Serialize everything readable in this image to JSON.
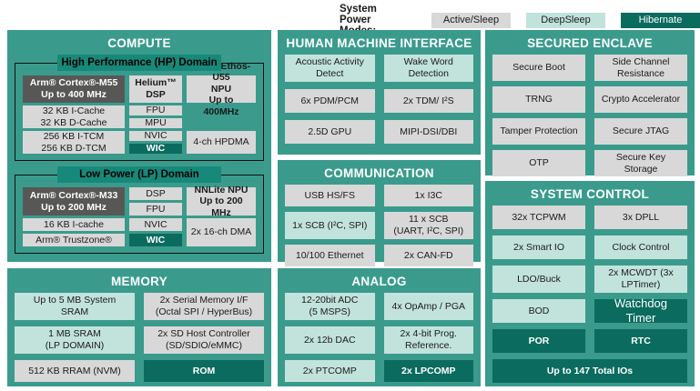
{
  "legend": {
    "label": "System Power Modes:",
    "items": [
      {
        "label": "Active/Sleep",
        "tone": "gray"
      },
      {
        "label": "DeepSleep",
        "tone": "teal-light"
      },
      {
        "label": "Hibernate",
        "tone": "teal-dark"
      }
    ]
  },
  "colors": {
    "block_teal": "#3a9b8c",
    "domain_header_teal": "#17897a",
    "hibernate_dark_teal": "#0b6b5f",
    "deepsleep_light_teal": "#c2e3dc",
    "active_sleep_gray": "#d8d8d8",
    "cpu_dark_gray": "#575756"
  },
  "blocks": {
    "compute": {
      "title": "COMPUTE",
      "hp_title": "High Performance (HP) Domain",
      "lp_title": "Low Power (LP) Domain",
      "hp_cells": [
        {
          "label": "Arm® Cortex®-M55\nUp to 400 MHz",
          "tone": "gray-dark",
          "bold": true,
          "area": "1 / 1 / 2 / 2"
        },
        {
          "label": "Helium™\nDSP",
          "tone": "gray",
          "bold": true,
          "area": "1 / 2 / 2 / 3"
        },
        {
          "label": "Arm® Ethos-U55\nNPU\nUp to 400MHz",
          "tone": "gray",
          "bold": true,
          "area": "1 / 3 / 2 / 4"
        },
        {
          "label": "32 KB I-Cache\n32 KB D-Cache",
          "tone": "gray",
          "area": "2 / 1 / 4 / 2"
        },
        {
          "label": "FPU",
          "tone": "gray",
          "area": "2 / 2 / 3 / 3"
        },
        {
          "label": "MPU",
          "tone": "gray",
          "area": "3 / 2 / 4 / 3"
        },
        {
          "label": "256 KB I-TCM\n256 KB D-TCM",
          "tone": "gray",
          "area": "4 / 1 / 6 / 2"
        },
        {
          "label": "NVIC",
          "tone": "gray",
          "area": "4 / 2 / 5 / 3"
        },
        {
          "label": "WIC",
          "tone": "teal-dark",
          "bold": true,
          "area": "5 / 2 / 6 / 3"
        },
        {
          "label": "4-ch HPDMA",
          "tone": "gray",
          "area": "4 / 3 / 6 / 4"
        }
      ],
      "lp_cells": [
        {
          "label": "Arm® Cortex®-M33\nUp to 200 MHz",
          "tone": "gray-dark",
          "bold": true,
          "area": "1 / 1 / 3 / 2"
        },
        {
          "label": "DSP",
          "tone": "gray",
          "area": "1 / 2 / 2 / 3"
        },
        {
          "label": "FPU",
          "tone": "gray",
          "area": "2 / 2 / 3 / 3"
        },
        {
          "label": "NNLite NPU\nUp to 200 MHz",
          "tone": "gray",
          "bold": true,
          "area": "1 / 3 / 3 / 4"
        },
        {
          "label": "16 KB I-cache",
          "tone": "gray",
          "area": "3 / 1 / 4 / 2"
        },
        {
          "label": "NVIC",
          "tone": "gray",
          "area": "3 / 2 / 4 / 3"
        },
        {
          "label": "2x 16-ch DMA",
          "tone": "gray",
          "area": "3 / 3 / 5 / 4"
        },
        {
          "label": "Arm® Trustzone®",
          "tone": "gray",
          "area": "4 / 1 / 5 / 2"
        },
        {
          "label": "WIC",
          "tone": "teal-dark",
          "bold": true,
          "area": "4 / 2 / 5 / 3"
        }
      ]
    },
    "memory": {
      "title": "MEMORY",
      "cells": [
        {
          "label": "Up to 5 MB System\nSRAM",
          "tone": "teal-light"
        },
        {
          "label": "2x Serial Memory I/F\n(Octal SPI / HyperBus)",
          "tone": "gray"
        },
        {
          "label": "1 MB SRAM\n(LP DOMAIN)",
          "tone": "teal-light"
        },
        {
          "label": "2x SD Host Controller\n(SD/SDIO/eMMC)",
          "tone": "gray"
        },
        {
          "label": "512 KB RRAM (NVM)",
          "tone": "gray"
        },
        {
          "label": "ROM",
          "tone": "teal-dark",
          "bold": true
        }
      ]
    },
    "hmi": {
      "title": "HUMAN MACHINE INTERFACE",
      "cells": [
        {
          "label": "Acoustic Activity\nDetect",
          "tone": "teal-light"
        },
        {
          "label": "Wake Word\nDetection",
          "tone": "teal-light"
        },
        {
          "label": "6x PDM/PCM",
          "tone": "gray"
        },
        {
          "label": "2x TDM/ I²S",
          "tone": "gray"
        },
        {
          "label": "2.5D GPU",
          "tone": "gray"
        },
        {
          "label": "MIPI-DSI/DBI",
          "tone": "gray"
        }
      ]
    },
    "communication": {
      "title": "COMMUNICATION",
      "cells": [
        {
          "label": "USB HS/FS",
          "tone": "gray"
        },
        {
          "label": "1x I3C",
          "tone": "gray"
        },
        {
          "label": "1x SCB (I²C, SPI)",
          "tone": "teal-light"
        },
        {
          "label": "11 x SCB\n(UART, I²C, SPI)",
          "tone": "gray"
        },
        {
          "label": "10/100 Ethernet",
          "tone": "gray"
        },
        {
          "label": "2x CAN-FD",
          "tone": "gray"
        }
      ]
    },
    "analog": {
      "title": "ANALOG",
      "cells": [
        {
          "label": "12-20bit ADC\n(5 MSPS)",
          "tone": "teal-light"
        },
        {
          "label": "4x OpAmp / PGA",
          "tone": "teal-light"
        },
        {
          "label": "2x 12b DAC",
          "tone": "teal-light"
        },
        {
          "label": "2x 4-bit Prog.\nReference.",
          "tone": "teal-light"
        },
        {
          "label": "2x PTCOMP",
          "tone": "teal-light"
        },
        {
          "label": "2x LPCOMP",
          "tone": "teal-dark",
          "bold": true
        }
      ]
    },
    "secured_enclave": {
      "title": "SECURED ENCLAVE",
      "cells": [
        {
          "label": "Secure Boot",
          "tone": "gray"
        },
        {
          "label": "Side Channel\nResistance",
          "tone": "gray"
        },
        {
          "label": "TRNG",
          "tone": "gray"
        },
        {
          "label": "Crypto Accelerator",
          "tone": "gray"
        },
        {
          "label": "Tamper Protection",
          "tone": "gray"
        },
        {
          "label": "Secure JTAG",
          "tone": "gray"
        },
        {
          "label": "OTP",
          "tone": "gray"
        },
        {
          "label": "Secure Key\nStorage",
          "tone": "gray"
        }
      ]
    },
    "system_control": {
      "title": "SYSTEM CONTROL",
      "cells": [
        {
          "label": "32x TCPWM",
          "tone": "gray"
        },
        {
          "label": "3x DPLL",
          "tone": "gray"
        },
        {
          "label": "2x Smart IO",
          "tone": "teal-light"
        },
        {
          "label": "Clock Control",
          "tone": "teal-light"
        },
        {
          "label": "LDO/Buck",
          "tone": "teal-light"
        },
        {
          "label": "2x MCWDT (3x\nLPTimer)",
          "tone": "teal-light"
        },
        {
          "label": "BOD",
          "tone": "teal-light"
        },
        {
          "label": "Watchdog Timer",
          "tone": "teal-dark",
          "big": true
        },
        {
          "label": "POR",
          "tone": "teal-dark",
          "bold": true
        },
        {
          "label": "RTC",
          "tone": "teal-dark",
          "bold": true
        },
        {
          "label": "Up to 147 Total IOs",
          "tone": "teal-dark",
          "bold": true,
          "area": "6 / 1 / 7 / 3"
        }
      ]
    }
  }
}
